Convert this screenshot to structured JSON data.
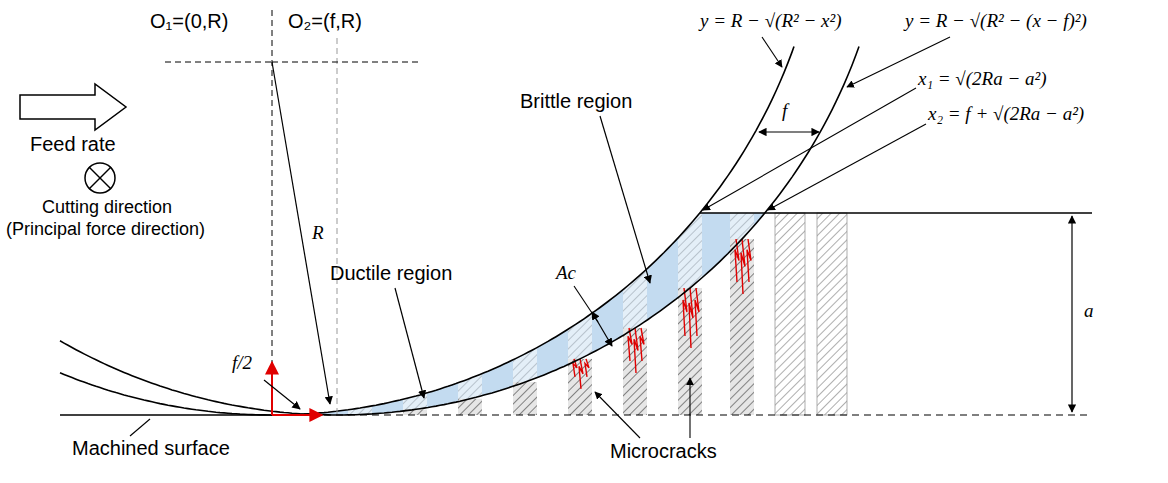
{
  "diagram": {
    "labels": [
      "O₁=(0,R)",
      "O₂=(f,R)",
      "Feed rate",
      "Cutting direction",
      "(Principal force direction)",
      "R",
      "f/2",
      "Ductile region",
      "Brittle region",
      "Ac",
      "y = R − √(R² − x²)",
      "y = R − √(R² − (x − f)²)",
      "f",
      "x₁ = √(2Ra − a²)",
      "x₂ = f + √(2Ra − a²)",
      "a",
      "Machined surface",
      "Microcracks"
    ]
  }
}
